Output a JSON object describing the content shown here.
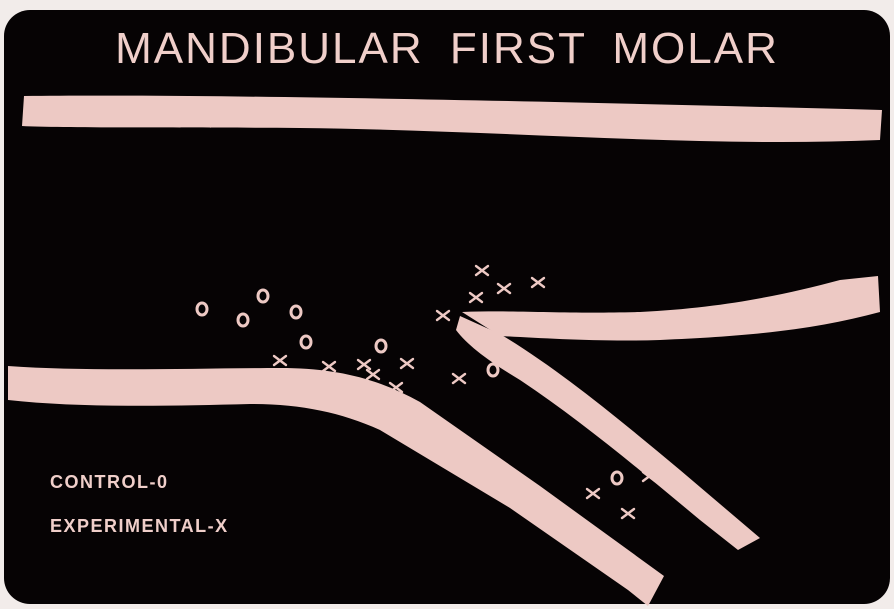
{
  "title": "MANDIBULAR FIRST MOLAR",
  "legend": {
    "control": "CONTROL-0",
    "experimental": "EXPERIMENTAL-X"
  },
  "colors": {
    "background": "#060304",
    "foreground": "#edc9c4",
    "frame": "#f2ecea"
  }
}
